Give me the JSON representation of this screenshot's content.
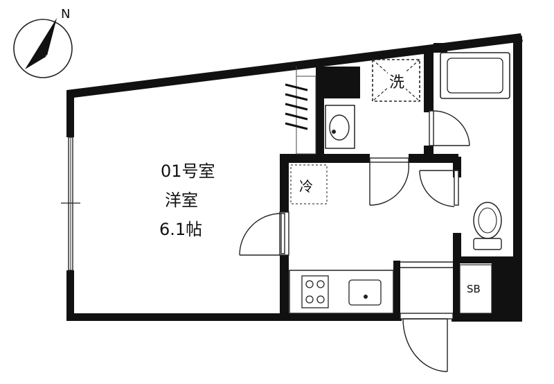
{
  "compass": {
    "label": "N",
    "icon": "north-arrow-icon"
  },
  "room": {
    "number": "01号室",
    "type": "洋室",
    "size": "6.1帖"
  },
  "fixtures": {
    "washer": "洗",
    "fridge": "冷",
    "storage": "SB"
  },
  "icons": [
    "north-arrow-icon",
    "sink-icon",
    "bathtub-icon",
    "toilet-icon",
    "stove-icon",
    "window-icon",
    "closet-icon"
  ],
  "colors": {
    "wall": "#111111",
    "background": "#ffffff",
    "line": "#333333"
  }
}
